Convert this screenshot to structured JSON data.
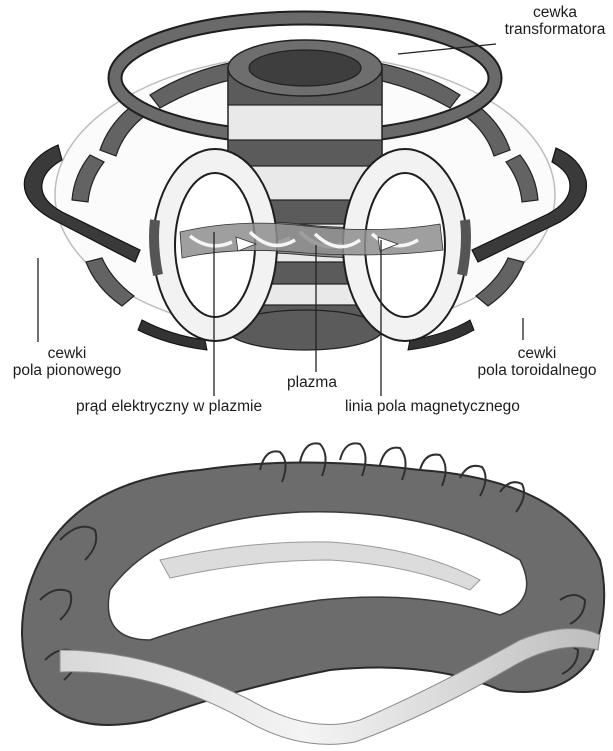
{
  "labels": {
    "transformer_coil_line1": "cewka",
    "transformer_coil_line2": "transformatora",
    "vertical_field_coils_line1": "cewki",
    "vertical_field_coils_line2": "pola pionowego",
    "toroidal_field_coils_line1": "cewki",
    "toroidal_field_coils_line2": "pola toroidalnego",
    "plasma": "plazma",
    "plasma_current": "prąd elektryczny w plazmie",
    "magnetic_field_line": "linia pola magnetycznego"
  },
  "colors": {
    "background": "#ffffff",
    "coil_dark": "#5a5a5a",
    "coil_mid": "#777777",
    "coil_light": "#f2f2f2",
    "outline": "#1e1e1e",
    "plasma": "#9a9a9a",
    "ribbon": "#e4e4e4"
  }
}
